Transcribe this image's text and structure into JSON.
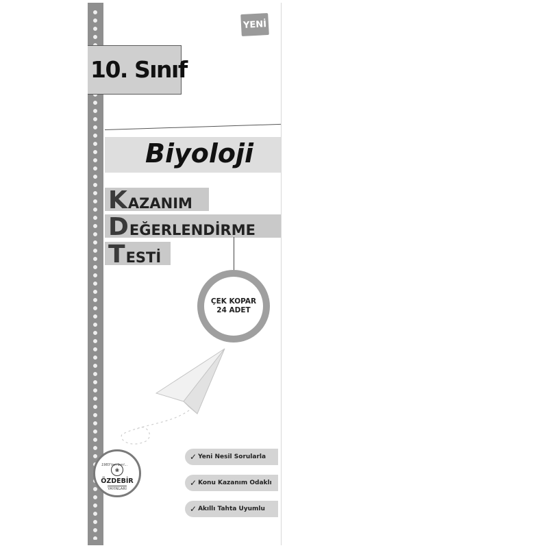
{
  "badge": "YENİ",
  "grade": "10. Sınıf",
  "subject": "Biyoloji",
  "kdt": [
    {
      "initial": "K",
      "rest": "AZANIM"
    },
    {
      "initial": "D",
      "rest": "EĞERLENDİRME"
    },
    {
      "initial": "T",
      "rest": "ESTİ"
    }
  ],
  "circle": {
    "line1": "ÇEK KOPAR",
    "line2": "24 ADET"
  },
  "logo": {
    "tagline": "1983'ten beri...",
    "name": "ÖZDEBİR",
    "sub": "YAYINLARI"
  },
  "features": [
    {
      "check": "✓",
      "label": "Yeni Nesil Sorularla"
    },
    {
      "check": "✓",
      "label": "Konu Kazanım Odaklı"
    },
    {
      "check": "✓",
      "label": "Akıllı Tahta Uyumlu"
    }
  ],
  "icons": [
    "spiral-binding-icon",
    "paper-plane-icon",
    "publisher-emblem-icon",
    "check-icon"
  ]
}
